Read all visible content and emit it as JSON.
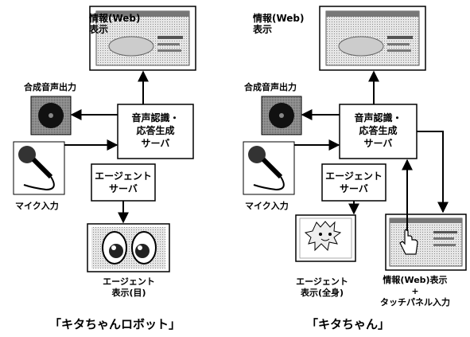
{
  "left": {
    "web_label": "情報(Web)\n表示",
    "speaker_label": "合成音声出力",
    "mic_label": "マイク入力",
    "speech_server": "音声認識・\n応答生成\nサーバ",
    "agent_server": "エージェント\nサーバ",
    "agent_display_label": "エージェント\n表示(目)",
    "caption": "「キタちゃんロボット」"
  },
  "right": {
    "web_label": "情報(Web)\n表示",
    "speaker_label": "合成音声出力",
    "mic_label": "マイク入力",
    "speech_server": "音声認識・\n応答生成\nサーバ",
    "agent_server": "エージェント\nサーバ",
    "agent_display_label": "エージェント\n表示(全身)",
    "touch_label": "情報(Web)表示\n+\nタッチパネル入力",
    "caption": "「キタちゃん」"
  },
  "icons": {
    "web_screen": "web-page-screenshot-icon",
    "speaker": "speaker-icon",
    "mic": "microphone-icon",
    "eyes": "agent-eyes-icon",
    "character": "kita-chan-character-icon",
    "touch": "hand-pointer-icon"
  }
}
